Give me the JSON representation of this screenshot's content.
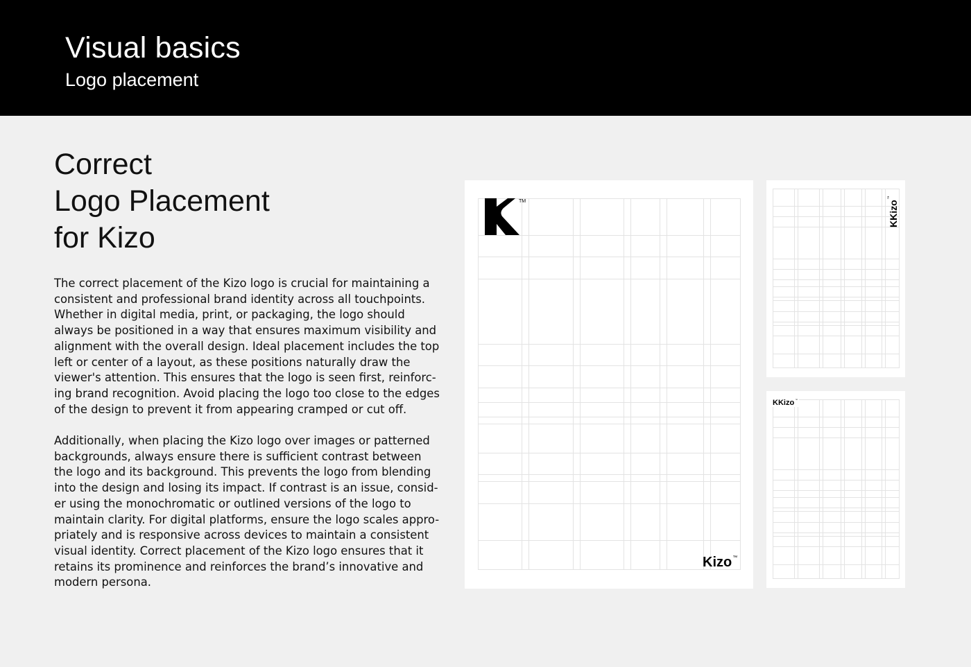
{
  "header": {
    "title": "Visual basics",
    "subtitle": "Logo placement"
  },
  "heading": {
    "line1": "Correct",
    "line2": "Logo Placement",
    "line3": "for Kizo"
  },
  "paragraphs": [
    "The correct placement of the Kizo logo is crucial for maintaining a consistent and professional brand identity across all touchpoints. Whether in digital media, print, or packaging, the logo should always be positioned in a way that ensures maximum visibility and alignment with the overall design. Ideal placement includes the top left or center of a layout, as these positions naturally draw the viewer's attention. This ensures that the logo is seen first, reinforc-ing brand recognition. Avoid placing the logo too close to the edges of the design to prevent it from appearing cramped or cut off.",
    "Additionally, when placing the Kizo logo over images or patterned backgrounds, always ensure there is sufficient contrast between the logo and its background. This prevents the logo from blending into the design and losing its impact. If contrast is an issue, consid-er using the monochromatic or outlined versions of the logo to maintain clarity. For digital platforms, ensure the logo scales appro-priately and is responsive across devices to maintain a consistent visual identity. Correct placement of the Kizo logo ensures that it retains its prominence and reinforces the brand’s innovative and modern persona."
  ],
  "logo": {
    "wordmark": "Kizo",
    "trademark": "™",
    "icon": "k-logo-icon"
  },
  "colors": {
    "header_bg": "#000000",
    "page_bg": "#f0f0f0",
    "card_bg": "#ffffff",
    "grid_line": "#e4e4e4"
  }
}
